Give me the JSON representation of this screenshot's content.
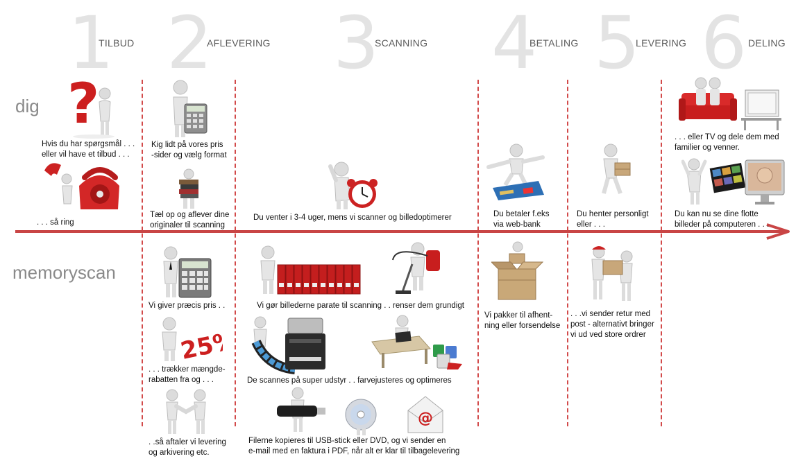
{
  "steps": [
    {
      "num": "1",
      "label": "TILBUD"
    },
    {
      "num": "2",
      "label": "AFLEVERING"
    },
    {
      "num": "3",
      "label": "SCANNING"
    },
    {
      "num": "4",
      "label": "BETALING"
    },
    {
      "num": "5",
      "label": "LEVERING"
    },
    {
      "num": "6",
      "label": "DELING"
    }
  ],
  "rows": {
    "top": "dig",
    "bottom": "memoryscan"
  },
  "captions": {
    "c1a": [
      "Hvis du har spørgsmål . . .",
      "eller vil have et tilbud . . ."
    ],
    "c1b": [
      ". . . så ring"
    ],
    "c2a": [
      "Kig lidt på vores pris",
      "-sider og vælg format"
    ],
    "c2b": [
      "Tæl op og aflever dine",
      "originaler til scanning"
    ],
    "c3a": [
      "Du venter i 3-4 uger, mens vi scanner og billedoptimerer"
    ],
    "c4a": [
      "Du betaler f.eks",
      "via web-bank"
    ],
    "c5a": [
      "Du henter personligt",
      "eller . . ."
    ],
    "c6a": [
      ". . . eller TV og dele dem med",
      "familier og venner."
    ],
    "c6b": [
      "Du kan nu se dine flotte",
      "billeder på computeren . . ."
    ],
    "m2a": [
      "Vi giver præcis pris . ."
    ],
    "m2b": [
      ". . . trækker mængde-",
      "rabatten fra og . . ."
    ],
    "m2c": [
      ". .så aftaler vi levering",
      "og arkivering etc."
    ],
    "m3a": [
      "Vi gør billederne parate til scanning . . renser dem grundigt"
    ],
    "m3b": [
      "De scannes på super udstyr . . farvejusteres og optimeres"
    ],
    "m3c": [
      "Filerne kopieres til USB-stick eller DVD, og vi sender en",
      "e-mail med en faktura i PDF, når alt er klar til tilbagelevering"
    ],
    "m4a": [
      "Vi pakker til afhent-",
      "ning eller forsendelse"
    ],
    "m5a": [
      ". . .vi sender retur med",
      "post - alternativt bringer",
      "vi ud ved store ordrer"
    ]
  },
  "colors": {
    "accent": "#cc2222",
    "divider": "#d24a4a",
    "arrow": "#c94545",
    "step": "#e3e3e3"
  }
}
